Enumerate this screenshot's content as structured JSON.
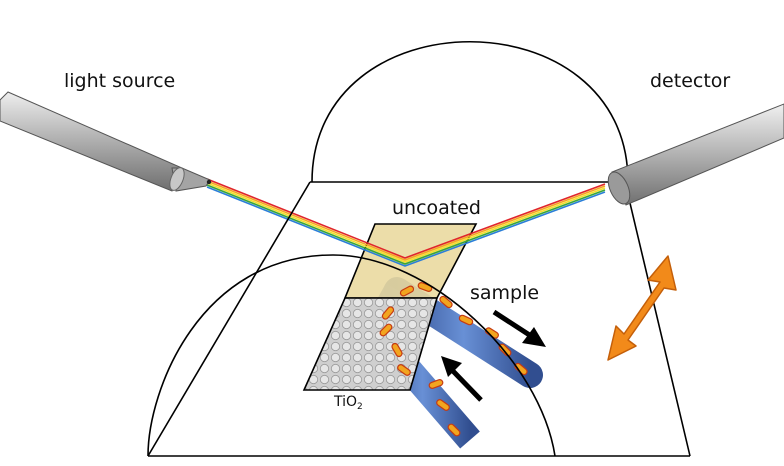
{
  "labels": {
    "light_source": "light source",
    "detector": "detector",
    "uncoated": "uncoated",
    "sample": "sample",
    "tio2_main": "TiO",
    "tio2_sub": "2"
  },
  "colors": {
    "uncoated_pad": "#ead9a0",
    "tio2_pad": "#c8c8c8",
    "flow_channel": "#3a63b0",
    "particles": "#f2a51f",
    "double_arrow": "#f28a1a",
    "probe_body": "#a8a8a8",
    "flow_arrow": "#000000"
  },
  "beam_colors": [
    "#e0262b",
    "#f5a623",
    "#f3e12b",
    "#3aa53a",
    "#2b7fd8"
  ],
  "icons": {
    "light_source": "probe-icon",
    "detector": "probe-icon",
    "motion": "double-arrow-icon",
    "flow": "arrow-icon"
  }
}
